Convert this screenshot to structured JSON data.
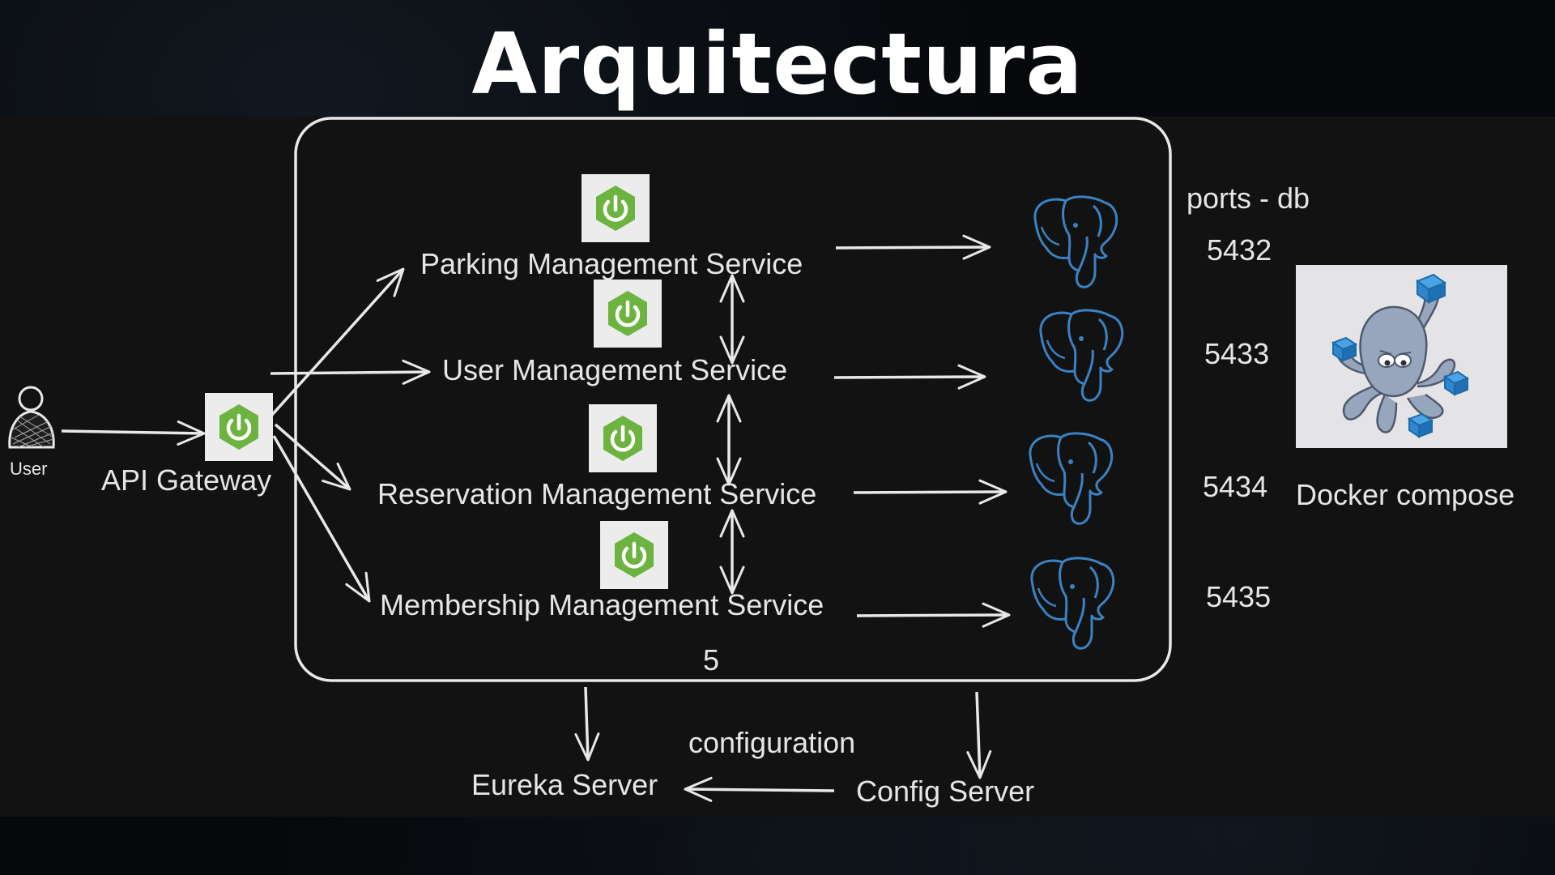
{
  "title": "Arquitectura",
  "user_label": "User",
  "gateway_label": "API Gateway",
  "services": [
    "Parking Management Service",
    "User Management Service",
    "Reservation Management Service",
    "Membership Management Service"
  ],
  "container_count": "5",
  "ports_header": "ports - db",
  "ports": [
    "5432",
    "5433",
    "5434",
    "5435"
  ],
  "docker_label": "Docker compose",
  "eureka_label": "Eureka Server",
  "config_label": "Config Server",
  "config_edge_label": "configuration",
  "colors": {
    "spring_green": "#6cb33f",
    "postgres_blue": "#3b82c4",
    "line": "#e8e8e8",
    "panel": "#121212"
  },
  "icons": [
    "spring-boot-icon",
    "postgresql-elephant-icon",
    "docker-compose-octopus-icon",
    "user-icon"
  ]
}
